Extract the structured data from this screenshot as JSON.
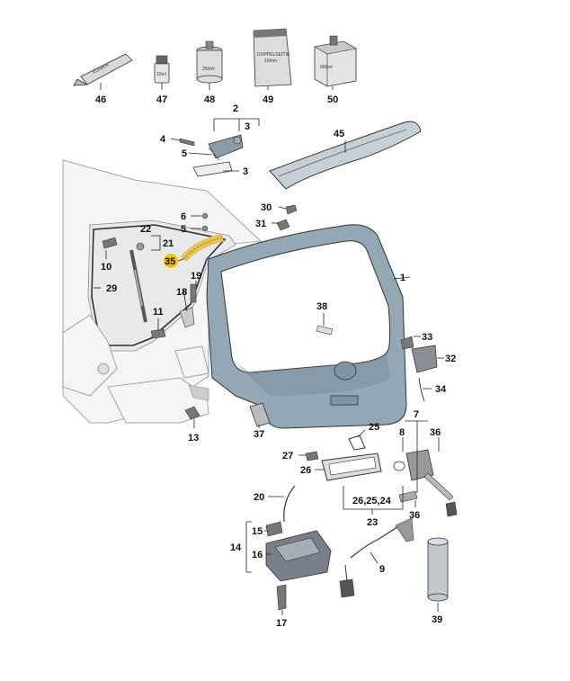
{
  "diagram": {
    "callouts": [
      {
        "id": "c46",
        "text": "46"
      },
      {
        "id": "c47",
        "text": "47"
      },
      {
        "id": "c48",
        "text": "48"
      },
      {
        "id": "c49",
        "text": "49"
      },
      {
        "id": "c50",
        "text": "50"
      },
      {
        "id": "c2",
        "text": "2"
      },
      {
        "id": "c3a",
        "text": "3"
      },
      {
        "id": "c4",
        "text": "4"
      },
      {
        "id": "c5",
        "text": "5"
      },
      {
        "id": "c3b",
        "text": "3"
      },
      {
        "id": "c45",
        "text": "45"
      },
      {
        "id": "c30",
        "text": "30"
      },
      {
        "id": "c31",
        "text": "31"
      },
      {
        "id": "c6",
        "text": "6"
      },
      {
        "id": "c5b",
        "text": "5"
      },
      {
        "id": "c22",
        "text": "22"
      },
      {
        "id": "c21",
        "text": "21"
      },
      {
        "id": "c10",
        "text": "10"
      },
      {
        "id": "c35",
        "text": "35"
      },
      {
        "id": "c1",
        "text": "1"
      },
      {
        "id": "c29",
        "text": "29"
      },
      {
        "id": "c19",
        "text": "19"
      },
      {
        "id": "c18",
        "text": "18"
      },
      {
        "id": "c38",
        "text": "38"
      },
      {
        "id": "c11",
        "text": "11"
      },
      {
        "id": "c33",
        "text": "33"
      },
      {
        "id": "c32",
        "text": "32"
      },
      {
        "id": "c34",
        "text": "34"
      },
      {
        "id": "c13",
        "text": "13"
      },
      {
        "id": "c37",
        "text": "37"
      },
      {
        "id": "c7",
        "text": "7"
      },
      {
        "id": "c25",
        "text": "25"
      },
      {
        "id": "c8",
        "text": "8"
      },
      {
        "id": "c36a",
        "text": "36"
      },
      {
        "id": "c27",
        "text": "27"
      },
      {
        "id": "c26",
        "text": "26"
      },
      {
        "id": "c20",
        "text": "20"
      },
      {
        "id": "c262524",
        "text": "26,25,24"
      },
      {
        "id": "c23",
        "text": "23"
      },
      {
        "id": "c36b",
        "text": "36"
      },
      {
        "id": "c14",
        "text": "14"
      },
      {
        "id": "c15",
        "text": "15"
      },
      {
        "id": "c16",
        "text": "16"
      },
      {
        "id": "c9",
        "text": "9"
      },
      {
        "id": "c17",
        "text": "17"
      },
      {
        "id": "c39",
        "text": "39"
      }
    ],
    "product_labels": {
      "tube": "KLEBER",
      "bottle_small": "10ml",
      "can": "250ml",
      "bag_line1": "DOPPELSEITIG",
      "bag_line2": "10mm",
      "box": "900ml"
    },
    "colors": {
      "tailgate": "#93a7b5",
      "tailgate_dark": "#6f8594",
      "seal_strip": "#c5cfd6",
      "highlight_ring": "#f2c200",
      "wiring_yellow": "#e8c35a",
      "body_line": "#8a8f96"
    }
  }
}
